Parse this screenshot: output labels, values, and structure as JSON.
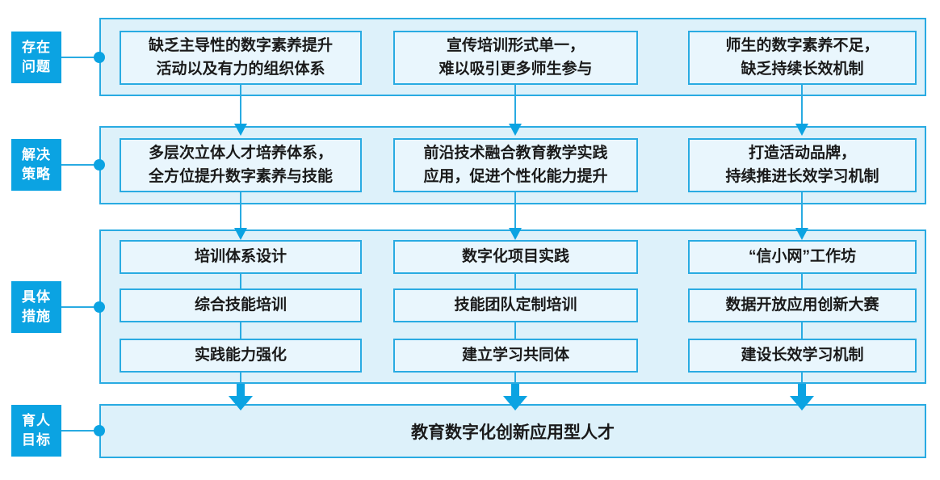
{
  "palette": {
    "accent": "#0ba3e2",
    "border": "#29abe2",
    "container_fill": "#ddf1fa",
    "box_fill": "#e9f6fd",
    "text_color": "#1a1a1a",
    "label_text_color": "#ffffff"
  },
  "labels": [
    {
      "lines": [
        "存在",
        "问题"
      ]
    },
    {
      "lines": [
        "解决",
        "策略"
      ]
    },
    {
      "lines": [
        "具体",
        "措施"
      ]
    },
    {
      "lines": [
        "育人",
        "目标"
      ]
    }
  ],
  "problems": {
    "boxes": [
      {
        "lines": [
          "缺乏主导性的数字素养提升",
          "活动以及有力的组织体系"
        ]
      },
      {
        "lines": [
          "宣传培训形式单一，",
          "难以吸引更多师生参与"
        ]
      },
      {
        "lines": [
          "师生的数字素养不足，",
          "缺乏持续长效机制"
        ]
      }
    ]
  },
  "strategies": {
    "boxes": [
      {
        "lines": [
          "多层次立体人才培养体系，",
          "全方位提升数字素养与技能"
        ]
      },
      {
        "lines": [
          "前沿技术融合教育教学实践",
          "应用，促进个性化能力提升"
        ]
      },
      {
        "lines": [
          "打造活动品牌，",
          "持续推进长效学习机制"
        ]
      }
    ]
  },
  "measures": {
    "columns": [
      {
        "items": [
          "培训体系设计",
          "综合技能培训",
          "实践能力强化"
        ]
      },
      {
        "items": [
          "数字化项目实践",
          "技能团队定制培训",
          "建立学习共同体"
        ]
      },
      {
        "items": [
          "“信小网”工作坊",
          "数据开放应用创新大赛",
          "建设长效学习机制"
        ]
      }
    ]
  },
  "goal": {
    "text": "教育数字化创新应用型人才"
  }
}
